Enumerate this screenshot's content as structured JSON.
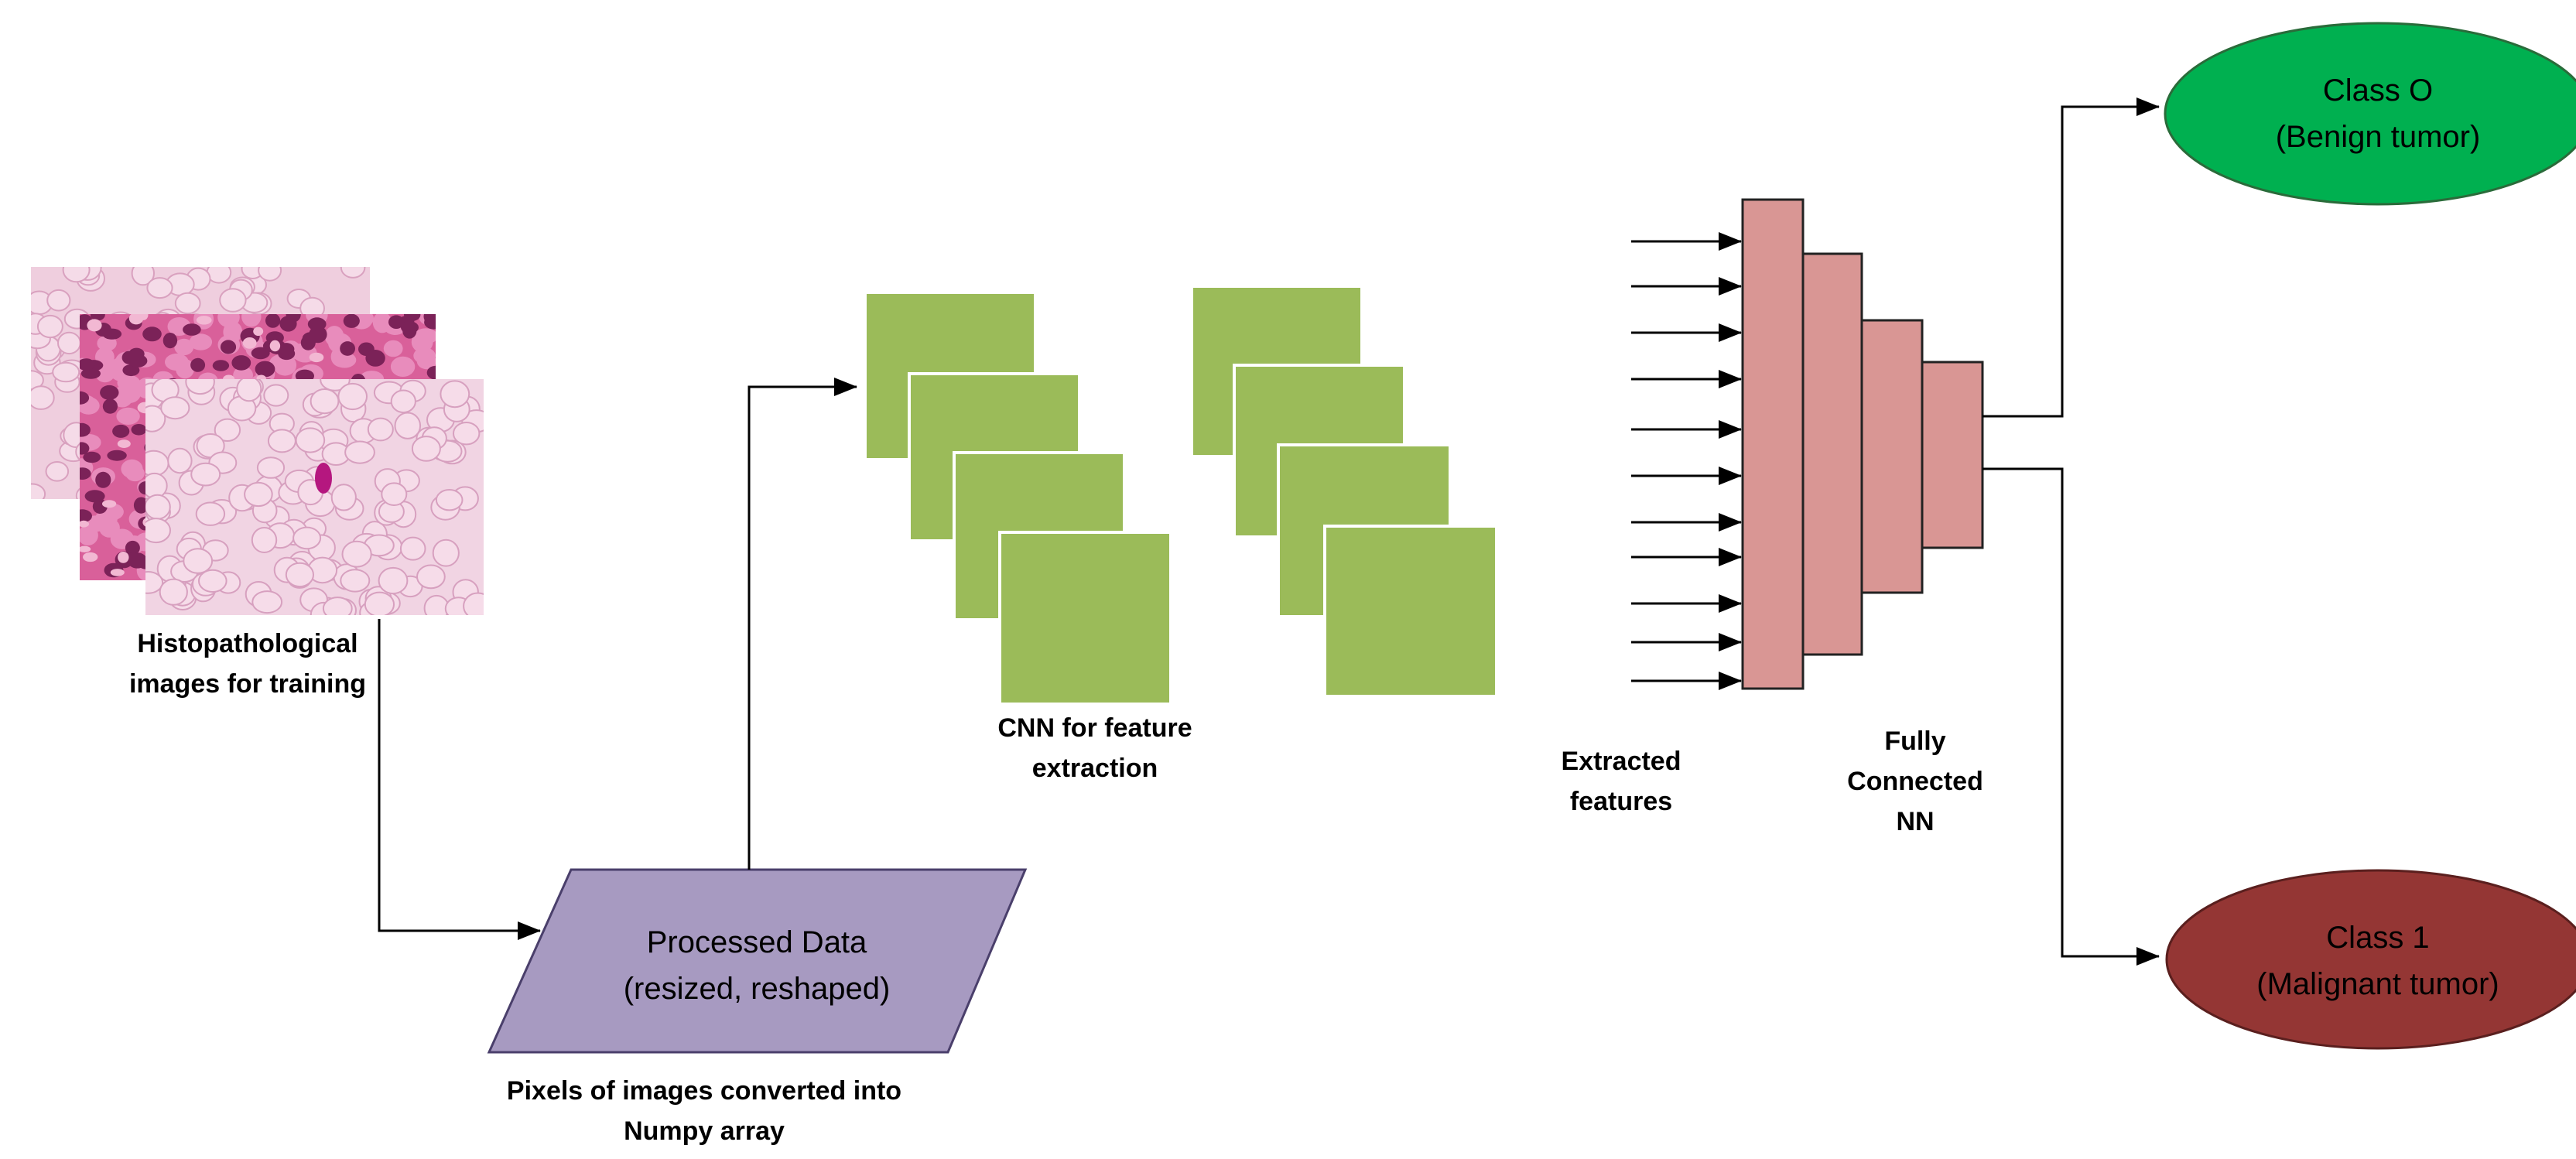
{
  "colors": {
    "background": "#ffffff",
    "cnn_block": "#9bbb59",
    "processed_data": "#a79ac1",
    "processed_data_border": "#4a3f6b",
    "fc_layer": "#d99694",
    "fc_layer_border": "#222222",
    "class0": "#00b050",
    "class1": "#943634",
    "line": "#000000",
    "tissue_pink": "#efc9dc",
    "tissue_cell": "#d89cbc",
    "tissue_nucleus": "#7b2258",
    "tissue_dense": "#cc5a92"
  },
  "input_images": {
    "caption_line1": "Histopathological",
    "caption_line2": "images for training"
  },
  "processed_data": {
    "title": "Processed Data",
    "subtitle": "(resized, reshaped)",
    "caption_line1": "Pixels of images converted into",
    "caption_line2": "Numpy array"
  },
  "cnn": {
    "caption_line1": "CNN for feature",
    "caption_line2": "extraction"
  },
  "extracted_features": {
    "caption_line1": "Extracted",
    "caption_line2": "features"
  },
  "fully_connected": {
    "caption_line1": "Fully",
    "caption_line2": "Connected",
    "caption_line3": "NN"
  },
  "outputs": {
    "class0_line1": "Class O",
    "class0_line2": "(Benign tumor)",
    "class1_line1": "Class 1",
    "class1_line2": "(Malignant tumor)"
  },
  "icons": [
    "tissue-image",
    "arrow-right"
  ]
}
